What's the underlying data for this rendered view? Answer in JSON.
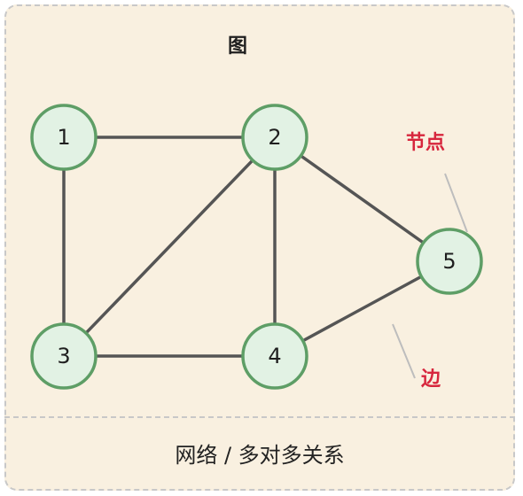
{
  "title": "图",
  "caption": "网络 / 多对多关系",
  "nodes": [
    {
      "id": "1",
      "label": "1"
    },
    {
      "id": "2",
      "label": "2"
    },
    {
      "id": "3",
      "label": "3"
    },
    {
      "id": "4",
      "label": "4"
    },
    {
      "id": "5",
      "label": "5"
    }
  ],
  "edges": [
    [
      "1",
      "2"
    ],
    [
      "1",
      "3"
    ],
    [
      "2",
      "3"
    ],
    [
      "2",
      "4"
    ],
    [
      "2",
      "5"
    ],
    [
      "3",
      "4"
    ],
    [
      "4",
      "5"
    ]
  ],
  "annotations": {
    "node_label": "节点",
    "edge_label": "边"
  },
  "colors": {
    "background": "#f9f0e0",
    "node_fill": "#e2f2e4",
    "node_stroke": "#5e9e66",
    "edge": "#555555",
    "annotation": "#d7263d"
  }
}
